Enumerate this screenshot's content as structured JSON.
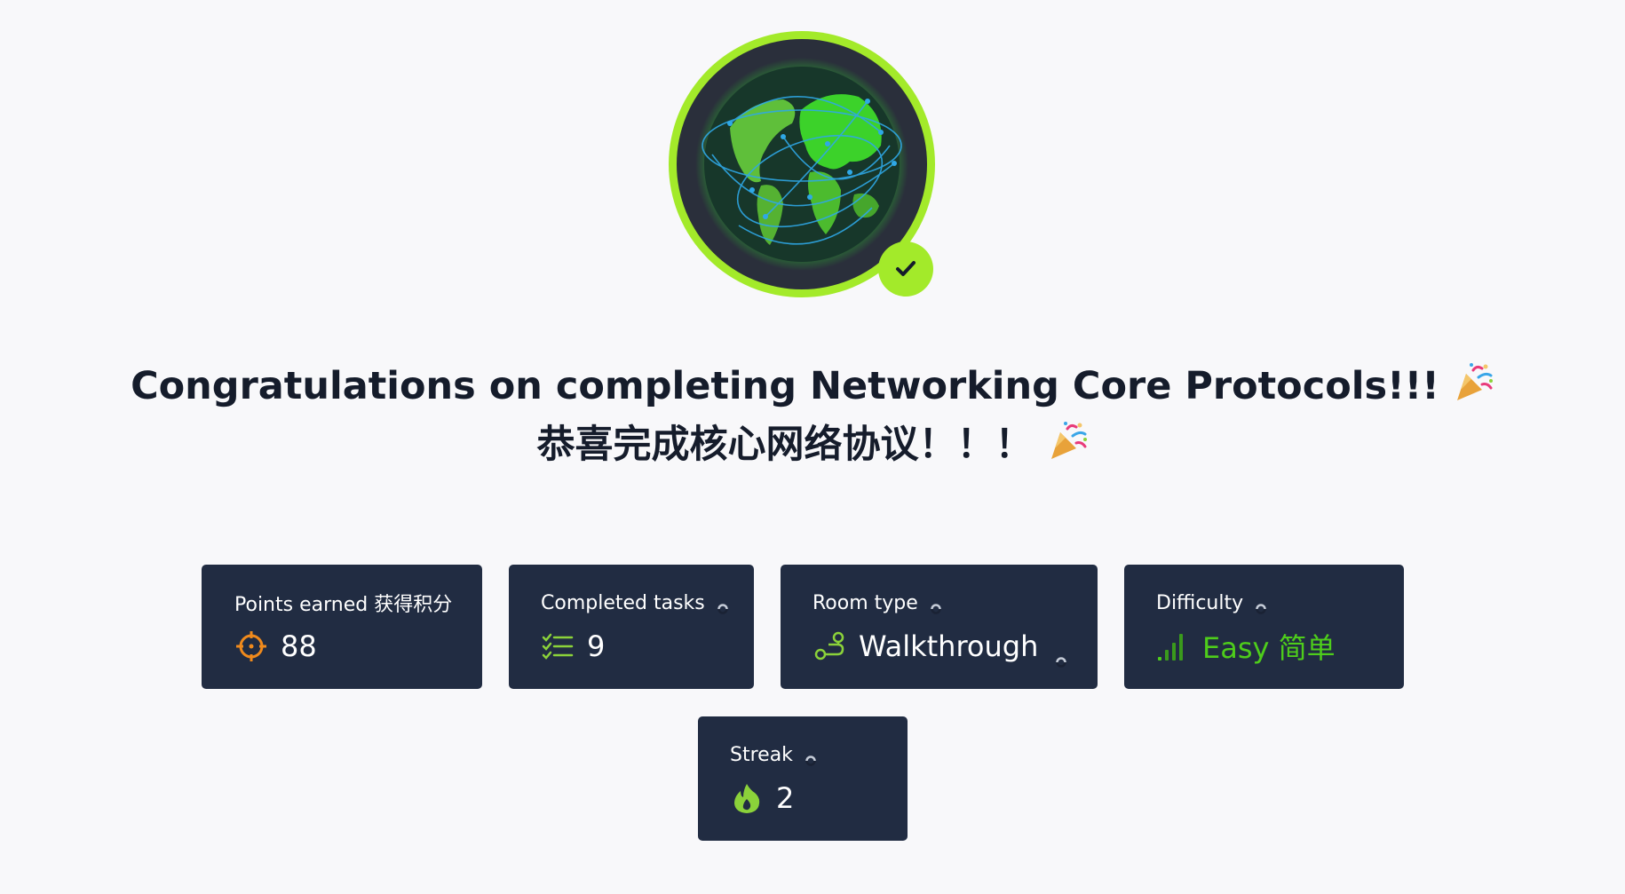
{
  "header": {
    "title_en": "Congratulations on completing Networking Core Protocols!!!",
    "title_zh": "恭喜完成核心网络协议！！！"
  },
  "icons": {
    "badge": "globe-network-icon",
    "check": "checkmark-icon",
    "party": "party-popper-icon",
    "points": "crosshair-icon",
    "tasks": "checklist-icon",
    "room_type": "route-path-icon",
    "difficulty": "signal-bars-icon",
    "streak": "flame-icon"
  },
  "stats": {
    "points": {
      "label": "Points earned  获得积分",
      "value": "88"
    },
    "tasks": {
      "label": "Completed tasks",
      "value": "9"
    },
    "room_type": {
      "label": "Room type",
      "value": "Walkthrough"
    },
    "difficulty": {
      "label": "Difficulty",
      "value": "Easy 简单"
    },
    "streak": {
      "label": "Streak",
      "value": "2"
    }
  },
  "colors": {
    "accent_green": "#a3ea2a",
    "card_bg": "#212c42",
    "points_orange": "#f08a1c",
    "easy_green": "#4ecd1b",
    "page_bg": "#f8f8fa"
  }
}
